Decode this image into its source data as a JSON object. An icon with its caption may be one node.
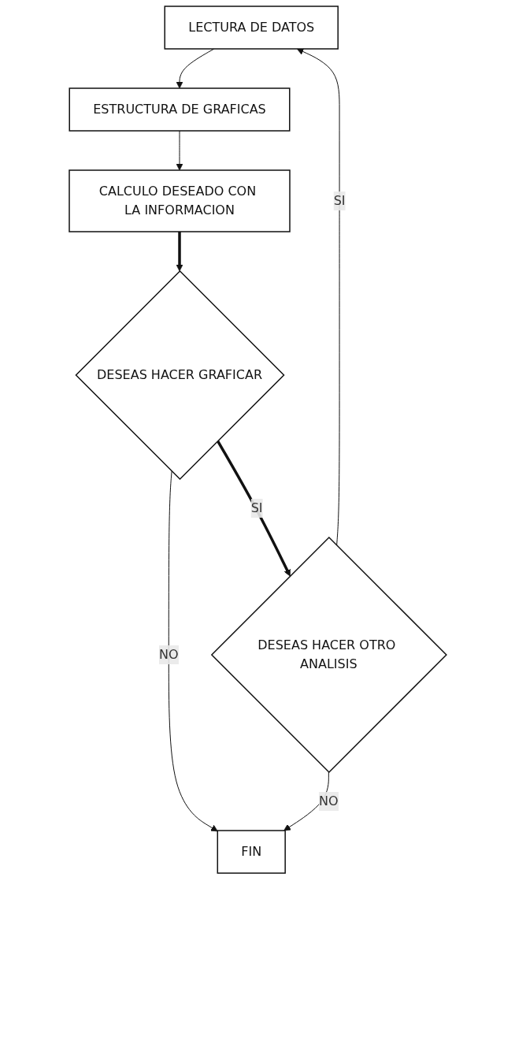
{
  "diagram": {
    "nodes": [
      {
        "text": [
          "LECTURA DE DATOS"
        ]
      },
      {
        "text": [
          "ESTRUCTURA DE GRAFICAS"
        ]
      },
      {
        "text": [
          "CALCULO DESEADO CON LA INFORMACION"
        ]
      },
      {
        "text": [
          "DESEAS HACER GRAFICAR"
        ]
      },
      {
        "text": [
          "DESEAS HACER OTRO ANALISIS"
        ]
      },
      {
        "text": [
          "FIN"
        ]
      }
    ],
    "edges": [
      {
        "from": 0,
        "to": 1,
        "arrow": "to"
      },
      {
        "from": 1,
        "to": 2,
        "arrow": "to"
      },
      {
        "from": 2,
        "to": 3,
        "arrow": "to",
        "style": "thick"
      },
      {
        "from": 3,
        "to": 4,
        "arrow": "to",
        "label": "SI",
        "style": "thick"
      },
      {
        "from": 3,
        "to": 5,
        "arrow": "to",
        "label": "NO"
      },
      {
        "from": 4,
        "to": 0,
        "arrow": "to",
        "label": "SI"
      },
      {
        "from": 4,
        "to": 5,
        "arrow": "to",
        "label": "NO"
      }
    ]
  }
}
